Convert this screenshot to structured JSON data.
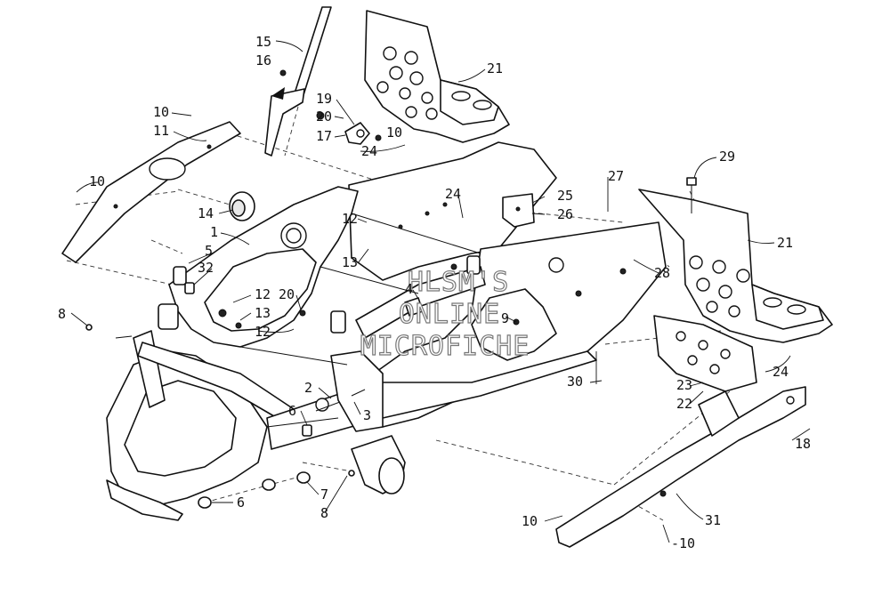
{
  "watermark": {
    "lines": [
      "HLSM'S",
      "ONLINE",
      "MICROFICHE"
    ]
  },
  "callouts": [
    {
      "id": "c15",
      "text": "15"
    },
    {
      "id": "c16",
      "text": "16"
    },
    {
      "id": "c21a",
      "text": "21"
    },
    {
      "id": "c19",
      "text": "19"
    },
    {
      "id": "c20a",
      "text": "20"
    },
    {
      "id": "c17",
      "text": "17"
    },
    {
      "id": "c10a",
      "text": "10"
    },
    {
      "id": "c24a",
      "text": "24"
    },
    {
      "id": "c10b",
      "text": "10"
    },
    {
      "id": "c11",
      "text": "11"
    },
    {
      "id": "c10c",
      "text": "10"
    },
    {
      "id": "c29",
      "text": "29"
    },
    {
      "id": "c27",
      "text": "27"
    },
    {
      "id": "c24b",
      "text": "24"
    },
    {
      "id": "c25",
      "text": "25"
    },
    {
      "id": "c26",
      "text": "26"
    },
    {
      "id": "c21b",
      "text": "21"
    },
    {
      "id": "c14",
      "text": "14"
    },
    {
      "id": "c1",
      "text": "1"
    },
    {
      "id": "c5",
      "text": "5"
    },
    {
      "id": "c32",
      "text": "32"
    },
    {
      "id": "c12a",
      "text": "12"
    },
    {
      "id": "c13a",
      "text": "13"
    },
    {
      "id": "c28",
      "text": "28"
    },
    {
      "id": "c4",
      "text": "4"
    },
    {
      "id": "c12b",
      "text": "12"
    },
    {
      "id": "c20b",
      "text": "20"
    },
    {
      "id": "c9",
      "text": "9"
    },
    {
      "id": "c13b",
      "text": "13"
    },
    {
      "id": "c12c",
      "text": "12"
    },
    {
      "id": "c8a",
      "text": "8"
    },
    {
      "id": "c24c",
      "text": "24"
    },
    {
      "id": "c30",
      "text": "30"
    },
    {
      "id": "c23",
      "text": "23"
    },
    {
      "id": "c22",
      "text": "22"
    },
    {
      "id": "c2",
      "text": "2"
    },
    {
      "id": "c6a",
      "text": "6"
    },
    {
      "id": "c3",
      "text": "3"
    },
    {
      "id": "c18",
      "text": "18"
    },
    {
      "id": "c7",
      "text": "7"
    },
    {
      "id": "c8b",
      "text": "8"
    },
    {
      "id": "c6b",
      "text": "6"
    },
    {
      "id": "c10d",
      "text": "10"
    },
    {
      "id": "c31",
      "text": "31"
    },
    {
      "id": "c10e",
      "text": "-10"
    }
  ]
}
